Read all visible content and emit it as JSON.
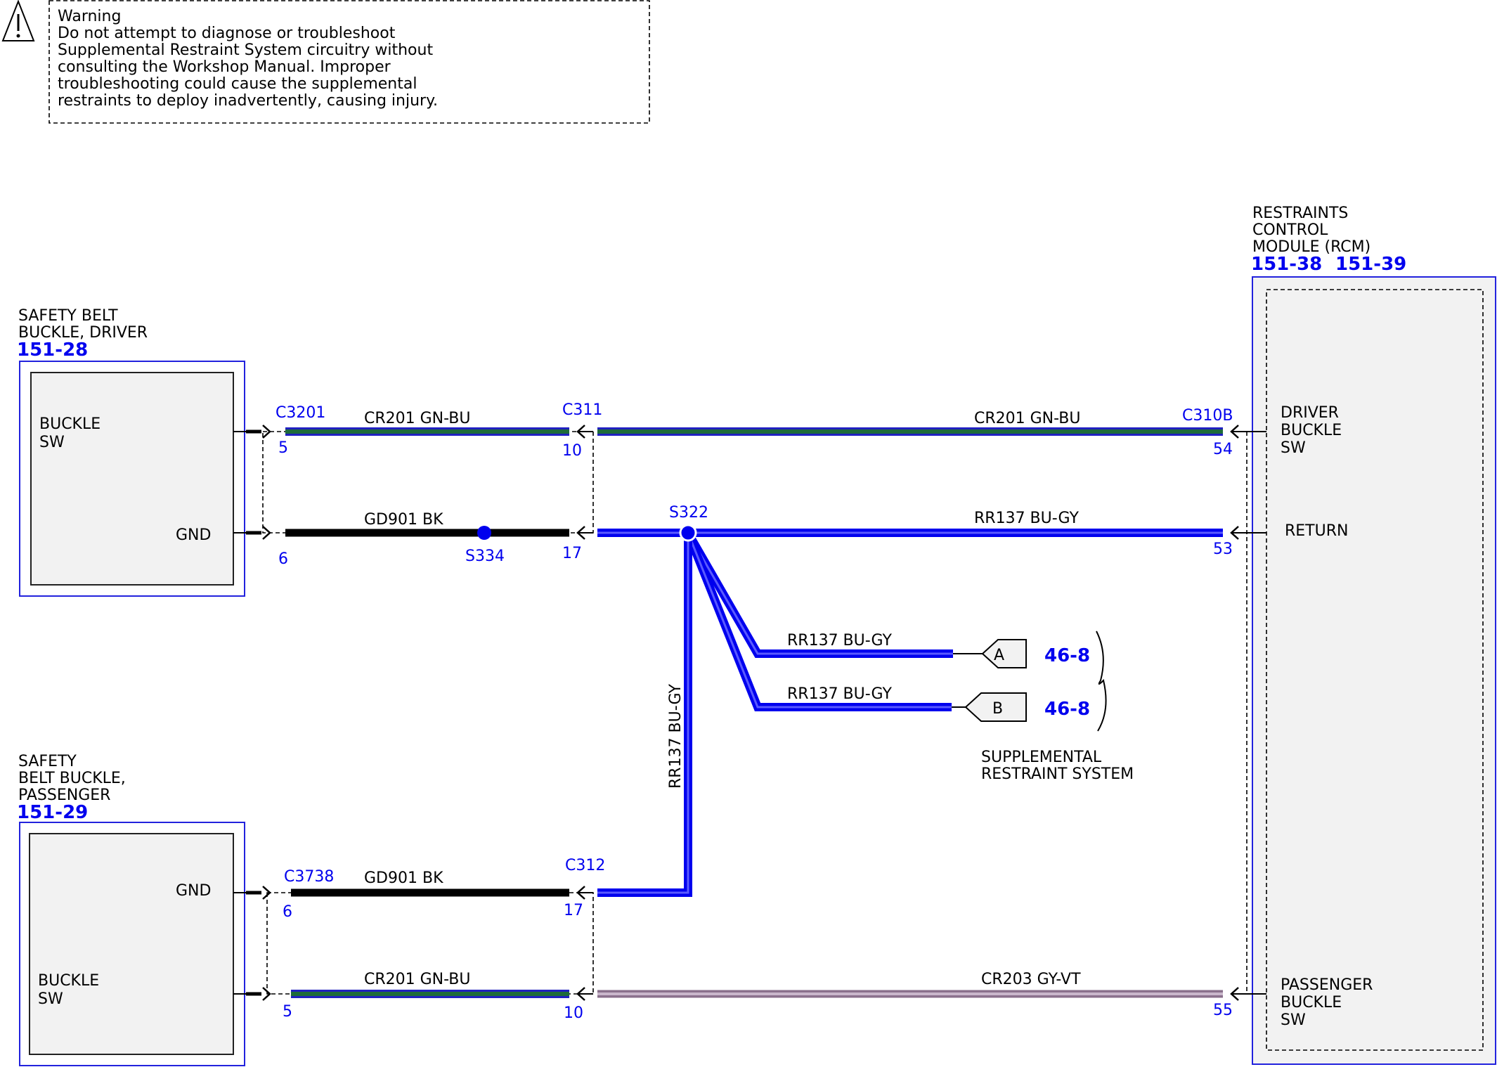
{
  "warning": {
    "title": "Warning",
    "lines": [
      "Do not attempt to diagnose or troubleshoot",
      "Supplemental Restraint System circuitry without",
      "consulting the Workshop Manual. Improper",
      "troubleshooting could cause the supplemental",
      "restraints to deploy inadvertently, causing injury."
    ]
  },
  "rcm": {
    "title_lines": [
      "RESTRAINTS",
      "CONTROL",
      "MODULE (RCM)"
    ],
    "refs": [
      "151-38",
      "151-39"
    ],
    "pins": {
      "driver_buckle": [
        "DRIVER",
        "BUCKLE",
        "SW"
      ],
      "return": "RETURN",
      "passenger_buckle": [
        "PASSENGER",
        "BUCKLE",
        "SW"
      ]
    }
  },
  "driver_buckle": {
    "title_lines": [
      "SAFETY BELT",
      "BUCKLE, DRIVER"
    ],
    "ref": "151-28",
    "switch_label": [
      "BUCKLE",
      "SW"
    ],
    "gnd_label": "GND"
  },
  "passenger_buckle": {
    "title_lines": [
      "SAFETY",
      "BELT BUCKLE,",
      "PASSENGER"
    ],
    "ref": "151-29",
    "switch_label": [
      "BUCKLE",
      "SW"
    ],
    "gnd_label": "GND"
  },
  "connectors": {
    "c3201": "C3201",
    "c311": "C311",
    "c310b": "C310B",
    "c3738": "C3738",
    "c312": "C312"
  },
  "pins": {
    "c3201_top": "5",
    "c3201_bot": "6",
    "c311_top": "10",
    "c311_bot": "17",
    "c310b_54": "54",
    "c310b_53": "53",
    "c310b_55": "55",
    "c3738_top": "6",
    "c3738_bot": "5",
    "c312_top": "17",
    "c312_bot": "10"
  },
  "wires": {
    "cr201_label": "CR201   GN-BU",
    "gd901_label": "GD901   BK",
    "rr137_label": "RR137   BU-GY",
    "rr137_vertical": "RR137   BU-GY",
    "cr203_label": "CR203   GY-VT"
  },
  "splices": {
    "s334": "S334",
    "s322": "S322"
  },
  "srs": {
    "conn_a": "A",
    "conn_b": "B",
    "ref_a": "46-8",
    "ref_b": "46-8",
    "label_lines": [
      "SUPPLEMENTAL",
      "RESTRAINT SYSTEM"
    ]
  },
  "colors": {
    "blue": "#0000ee",
    "green": "#1e6b3a",
    "green_edge": "#2020c0",
    "black": "#000000",
    "gray_violet": "#a891aa",
    "module_fill": "#f2f2f2"
  }
}
